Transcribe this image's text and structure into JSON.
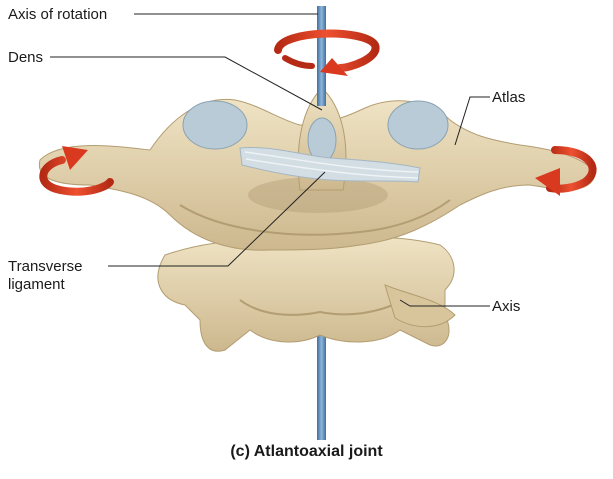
{
  "labels": {
    "axis_of_rotation": "Axis of rotation",
    "dens": "Dens",
    "atlas": "Atlas",
    "transverse_ligament": "Transverse\nligament",
    "axis": "Axis"
  },
  "caption": "(c) Atlantoaxial joint",
  "colors": {
    "bone": "#e4d4ae",
    "bone_shadow": "#c3ae84",
    "cartilage": "#b9cbd6",
    "ligament": "#d3dde4",
    "rod": "#5f8fbf",
    "arrow": "#d93a1f",
    "leader": "#222222"
  }
}
